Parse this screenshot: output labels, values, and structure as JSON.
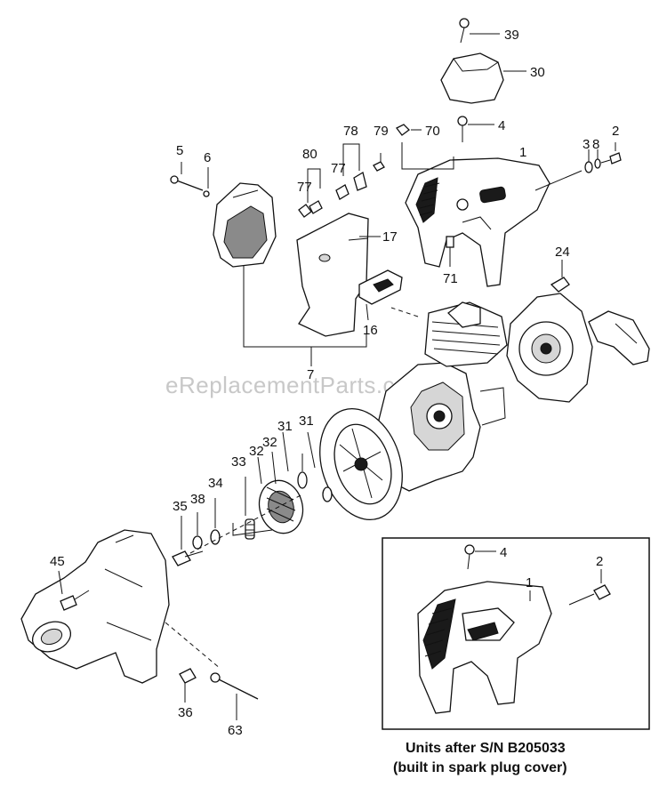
{
  "watermark": "eReplacementParts.com",
  "inset_caption": {
    "line1": "Units after S/N B205033",
    "line2": "(built in spark plug cover)"
  },
  "callouts": {
    "c39": "39",
    "c30": "30",
    "c4": "4",
    "c79": "79",
    "c70": "70",
    "c78": "78",
    "c80": "80",
    "c77a": "77",
    "c77b": "77",
    "c5": "5",
    "c6": "6",
    "c2": "2",
    "c3": "3",
    "c8": "8",
    "c1": "1",
    "c17": "17",
    "c71": "71",
    "c24": "24",
    "c16": "16",
    "c7": "7",
    "c31a": "31",
    "c31b": "31",
    "c32a": "32",
    "c32b": "32",
    "c33": "33",
    "c34": "34",
    "c38": "38",
    "c35": "35",
    "c45": "45",
    "c36": "36",
    "c63": "63",
    "i4": "4",
    "i2": "2",
    "i1": "1"
  }
}
